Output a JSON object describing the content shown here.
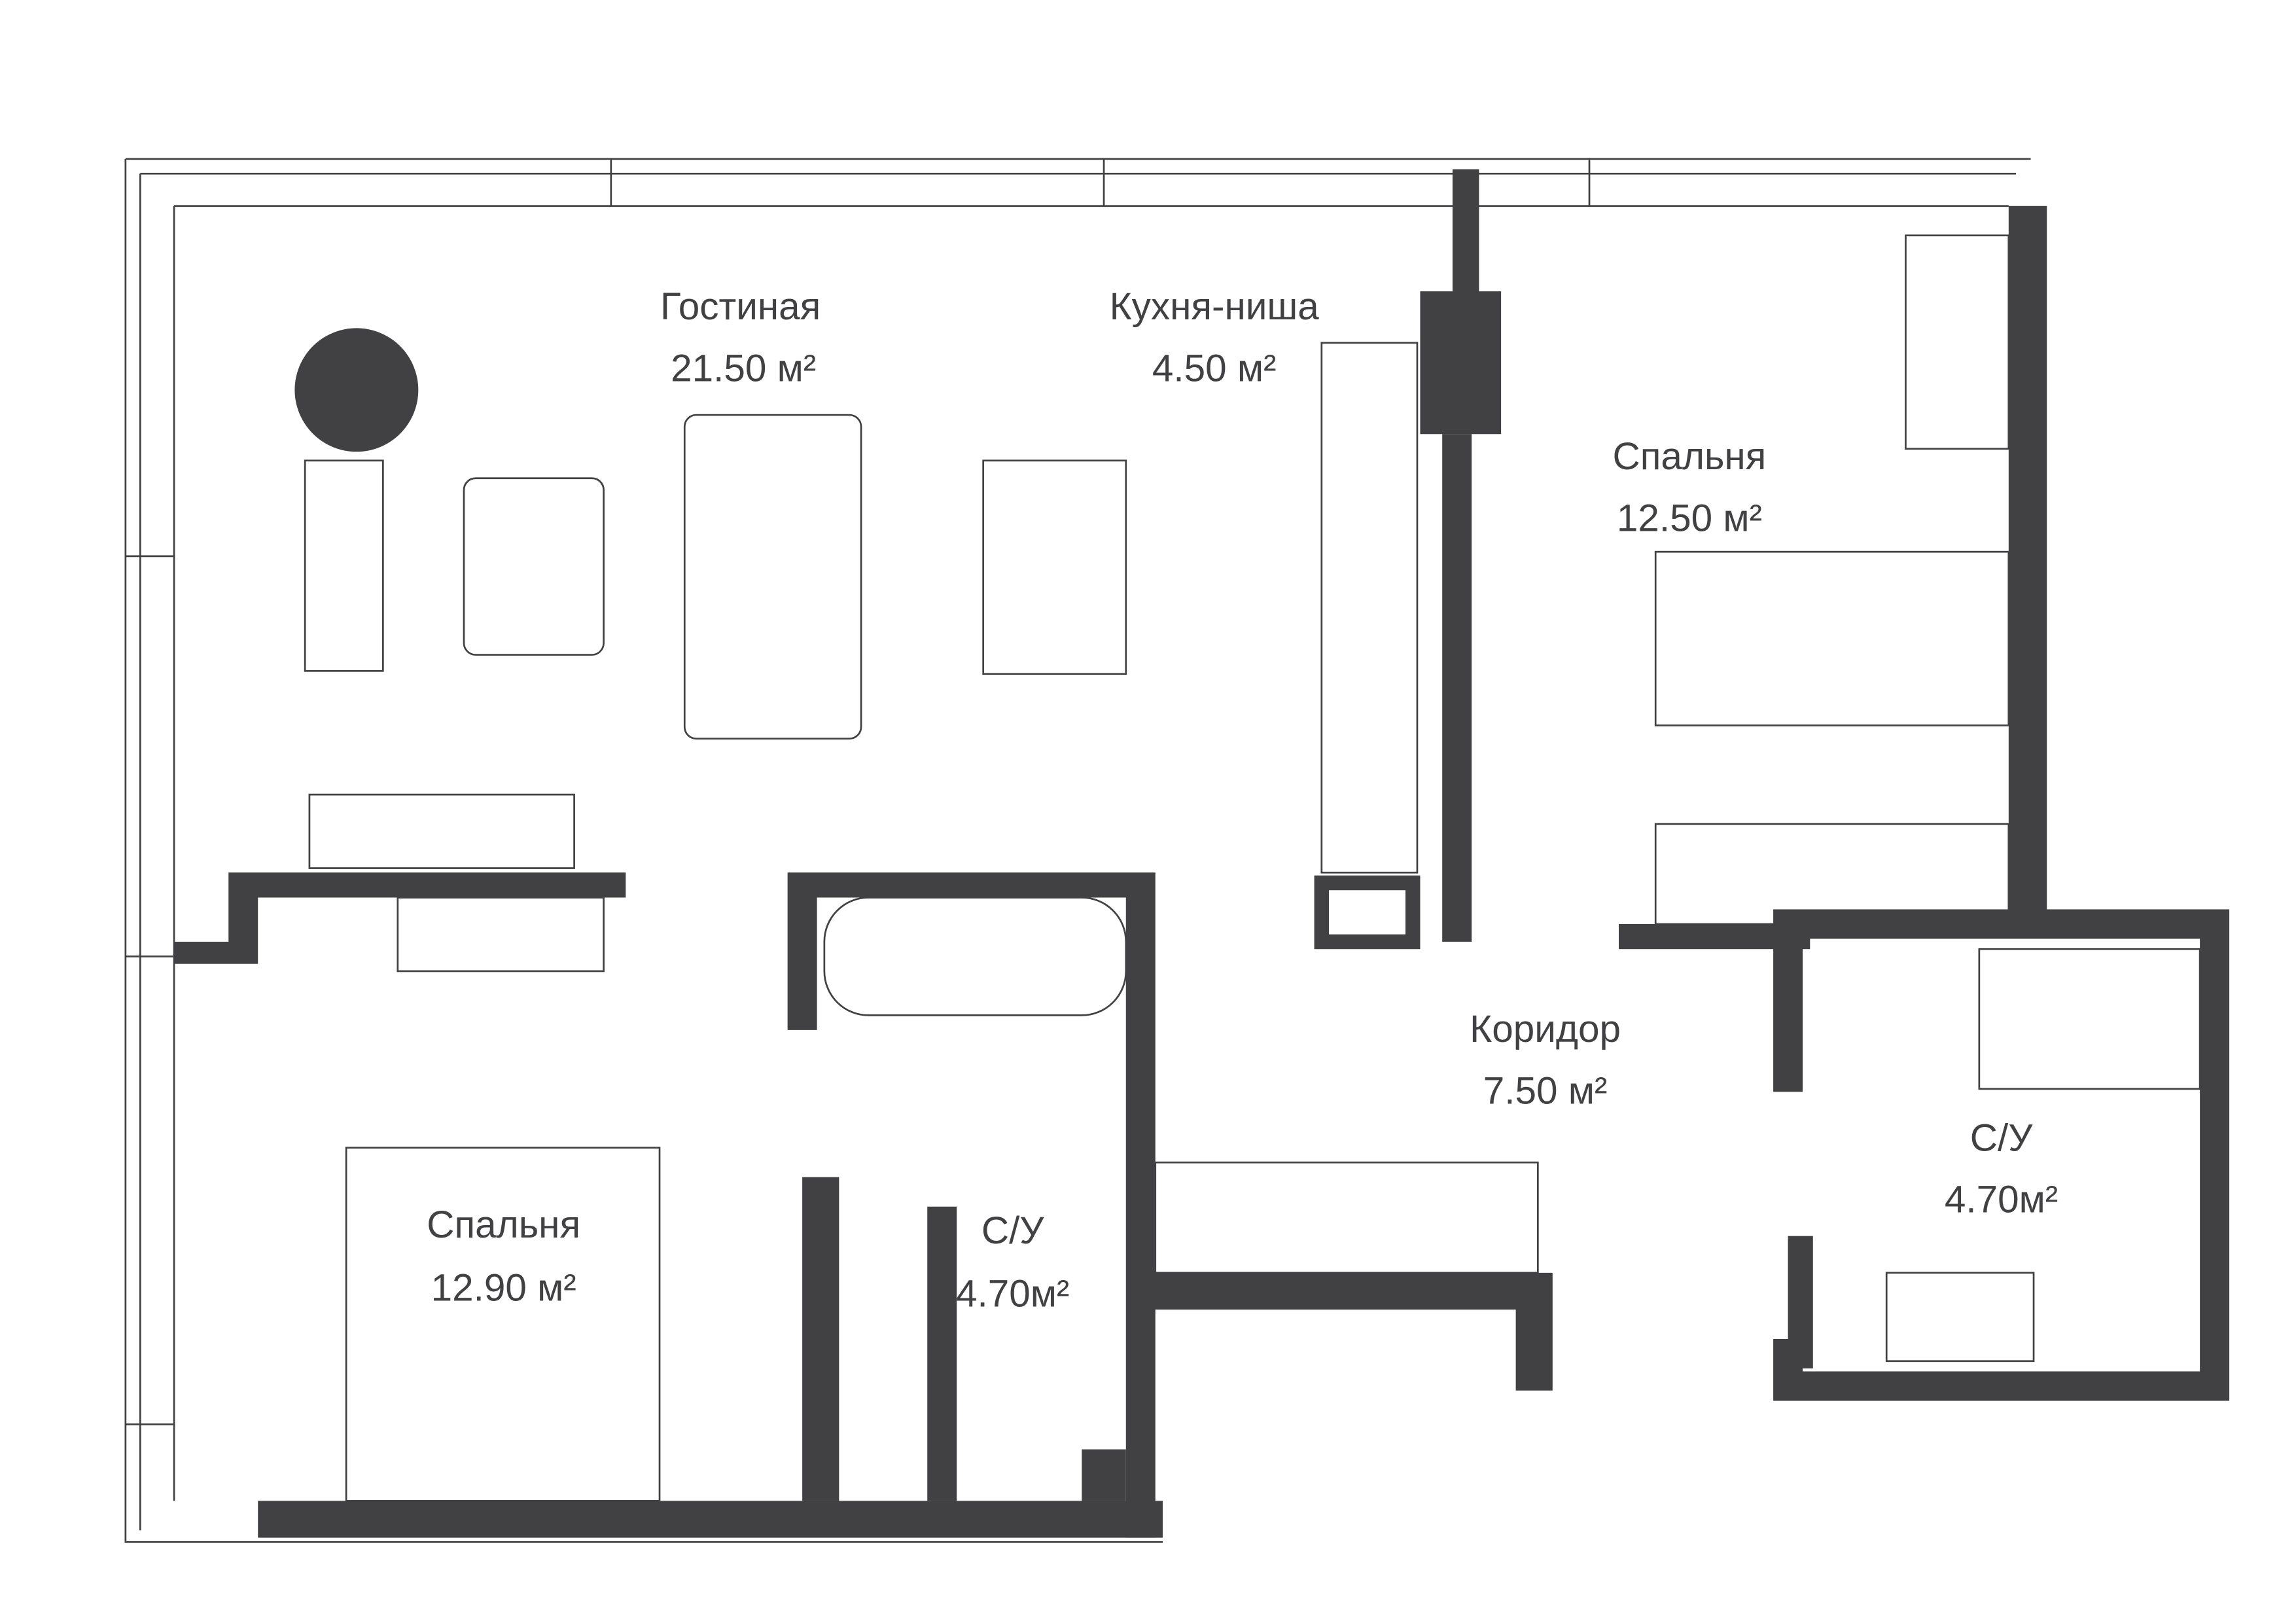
{
  "rooms": [
    {
      "name": "Гостиная",
      "area": "21.50 м²"
    },
    {
      "name": "Кухня-ниша",
      "area": "4.50 м²"
    },
    {
      "name": "Спальня",
      "area": "12.50 м²"
    },
    {
      "name": "Коридор",
      "area": "7.50 м²"
    },
    {
      "name": "С/У",
      "area": "4.70м²"
    },
    {
      "name": "Спальня",
      "area": "12.90 м²"
    },
    {
      "name": "С/У",
      "area": "4.70м²"
    }
  ],
  "colors": {
    "wall": "#414042",
    "background": "#ffffff"
  }
}
